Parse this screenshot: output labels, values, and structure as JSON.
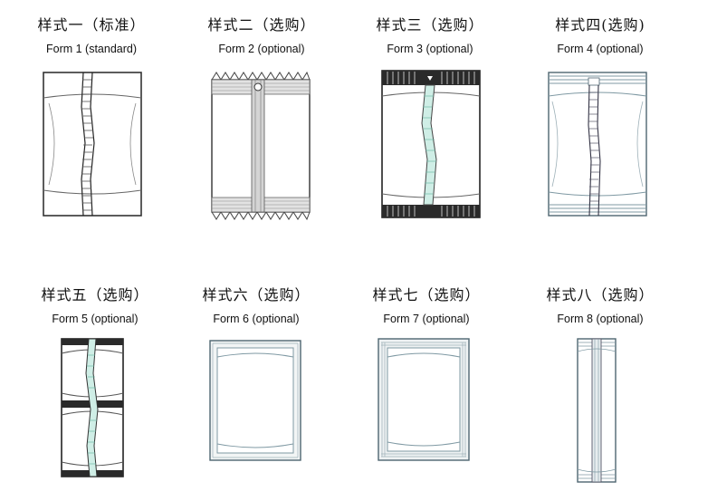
{
  "forms": [
    {
      "zh": "样式一（标准）",
      "en": "Form 1 (standard)"
    },
    {
      "zh": "样式二（选购）",
      "en": "Form 2 (optional)"
    },
    {
      "zh": "样式三（选购）",
      "en": "Form 3 (optional)"
    },
    {
      "zh": "样式四(选购)",
      "en": "Form 4 (optional)"
    },
    {
      "zh": "样式五（选购）",
      "en": "Form 5 (optional)"
    },
    {
      "zh": "样式六（选购）",
      "en": "Form 6 (optional)"
    },
    {
      "zh": "样式七（选购）",
      "en": "Form 7 (optional)"
    },
    {
      "zh": "样式八（选购）",
      "en": "Form 8 (optional)"
    }
  ]
}
